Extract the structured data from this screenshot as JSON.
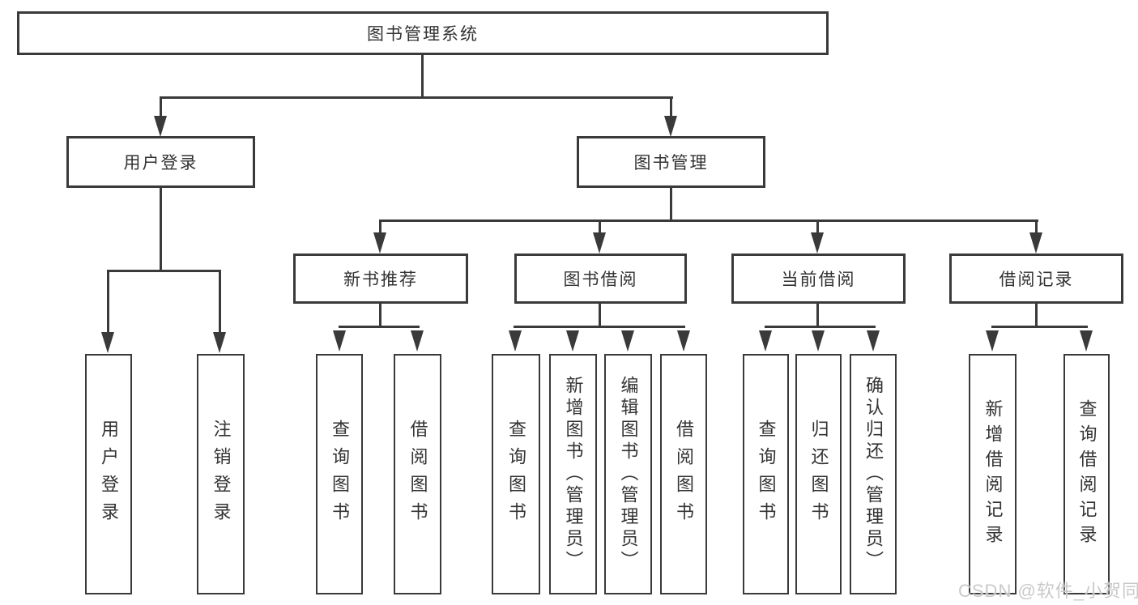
{
  "title": "图书管理系统",
  "tree": {
    "label": "图书管理系统",
    "children": [
      {
        "label": "用户登录",
        "children": [
          {
            "label": "用户登录"
          },
          {
            "label": "注销登录"
          }
        ]
      },
      {
        "label": "图书管理",
        "children": [
          {
            "label": "新书推荐",
            "children": [
              {
                "label": "查询图书"
              },
              {
                "label": "借阅图书"
              }
            ]
          },
          {
            "label": "图书借阅",
            "children": [
              {
                "label": "查询图书"
              },
              {
                "label": "新增图书（管理员）"
              },
              {
                "label": "编辑图书（管理员）"
              },
              {
                "label": "借阅图书"
              }
            ]
          },
          {
            "label": "当前借阅",
            "children": [
              {
                "label": "查询图书"
              },
              {
                "label": "归还图书"
              },
              {
                "label": "确认归还（管理员）"
              }
            ]
          },
          {
            "label": "借阅记录",
            "children": [
              {
                "label": "新增借阅记录"
              },
              {
                "label": "查询借阅记录"
              }
            ]
          }
        ]
      }
    ]
  },
  "watermark": "CSDN @软件_小贺同学",
  "colors": {
    "line": "#3a3a3a",
    "text": "#333333",
    "watermark": "#c9c9c9",
    "background": "#ffffff"
  }
}
